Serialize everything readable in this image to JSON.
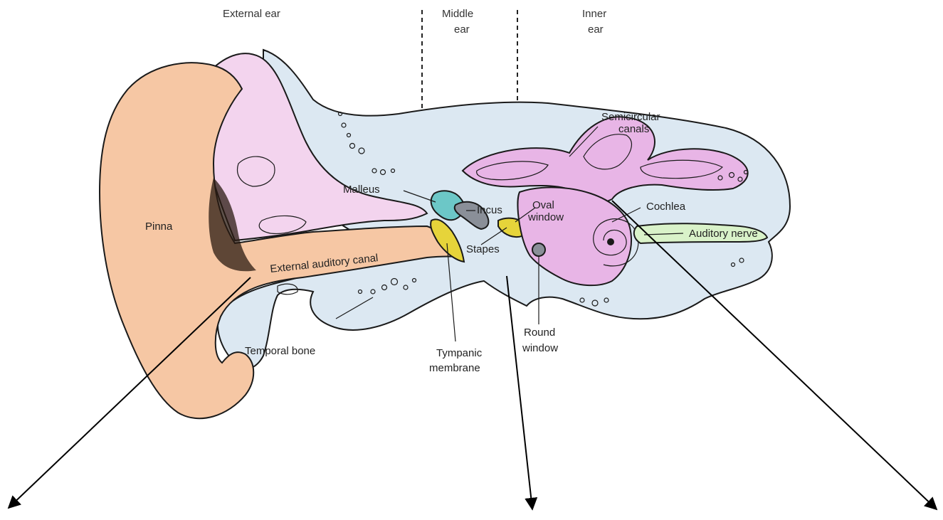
{
  "colors": {
    "skin": "#f6c7a4",
    "bone": "#dce8f2",
    "cartilage": "#f3d4ee",
    "inner_ear": "#e8b5e6",
    "malleus": "#6cc7c7",
    "tympanic": "#e6d43a",
    "nerve": "#d9f2c9",
    "dark": "#1a1a1a"
  },
  "headers": {
    "external_ear": "External ear",
    "middle_ear_line1": "Middle",
    "middle_ear_line2": "ear",
    "inner_ear_line1": "Inner",
    "inner_ear_line2": "ear"
  },
  "labels": {
    "pinna": "Pinna",
    "external_auditory_canal": "External auditory canal",
    "temporal_bone": "Temporal bone",
    "malleus": "Malleus",
    "incus": "Incus",
    "stapes": "Stapes",
    "oval_window_line1": "Oval",
    "oval_window_line2": "window",
    "semicircular_canals_line1": "Semicircular",
    "semicircular_canals_line2": "canals",
    "cochlea": "Cochlea",
    "auditory_nerve": "Auditory nerve",
    "round_window_line1": "Round",
    "round_window_line2": "window",
    "tympanic_membrane_line1": "Tympanic",
    "tympanic_membrane_line2": "membrane"
  }
}
